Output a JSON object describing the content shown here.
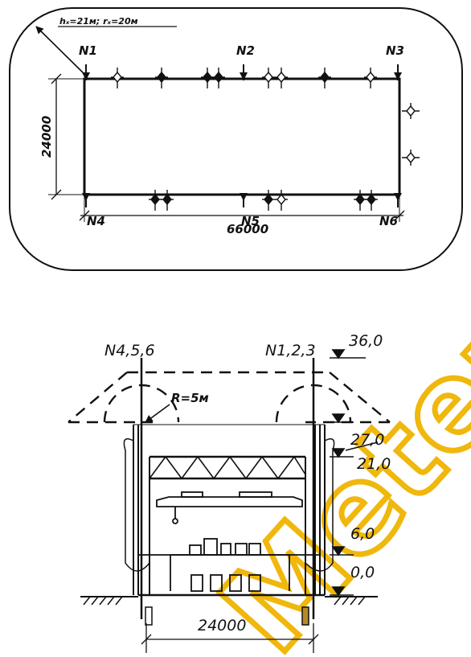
{
  "plan": {
    "radius_note": "hₓ=21м; rₓ=20м",
    "nodes": [
      "N1",
      "N2",
      "N3",
      "N4",
      "N5",
      "N6"
    ],
    "width_dim": "24000",
    "length_dim": "66000"
  },
  "section": {
    "left_group": "N4,5,6",
    "right_group": "N1,2,3",
    "radius_label": "R=5м",
    "elevations": [
      "36,0",
      "27,0",
      "21,0",
      "6,0",
      "0,0"
    ],
    "span_dim": "24000"
  },
  "watermark": {
    "text": "Meter"
  }
}
